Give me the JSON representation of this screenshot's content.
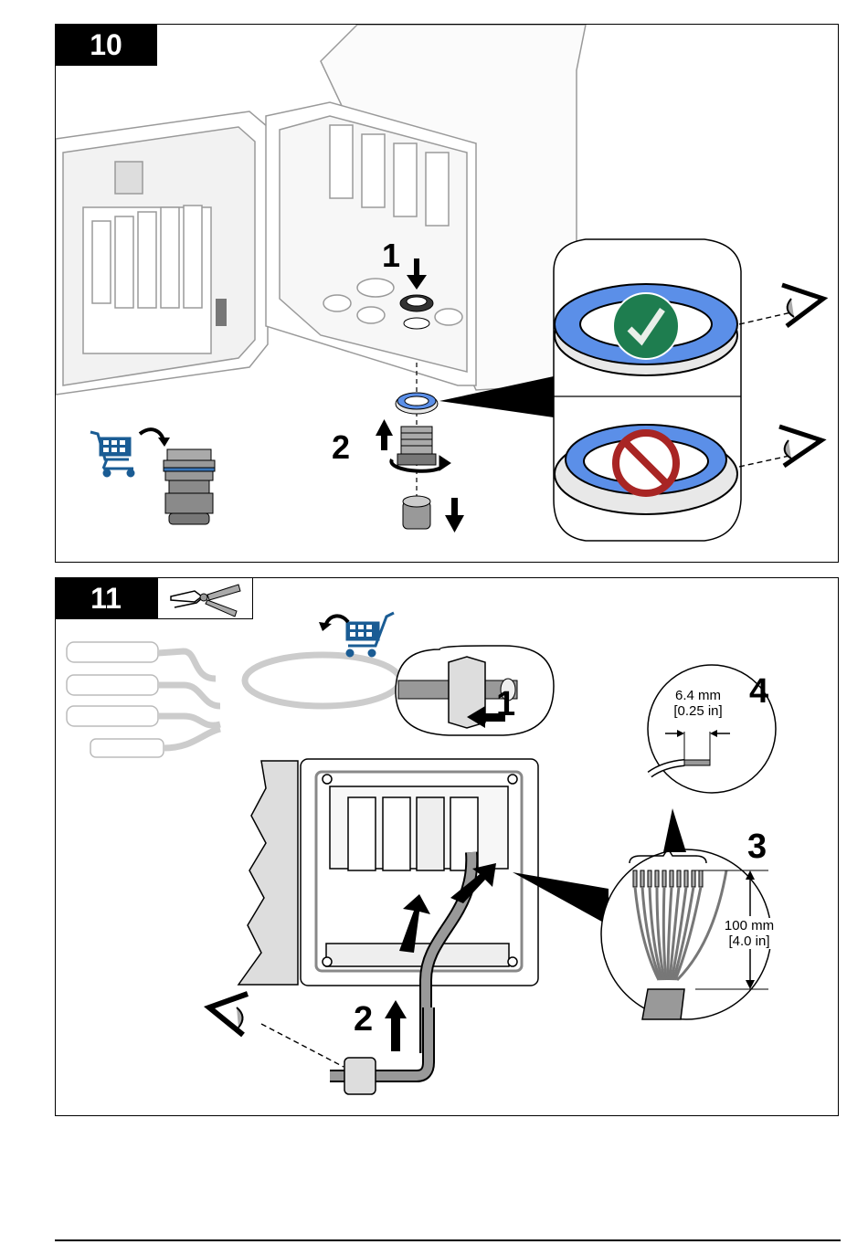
{
  "steps": [
    {
      "number": "10",
      "callouts": [
        "1",
        "2"
      ],
      "inset": {
        "correct": {
          "icon": "check-icon",
          "color": "#1e7d4f"
        },
        "incorrect": {
          "icon": "prohibited-icon",
          "color": "#a82524"
        },
        "seal_color": "#5b8fe8"
      },
      "accessory_icon": "shopping-cart-icon",
      "accessory_color": "#1a5c94"
    },
    {
      "number": "11",
      "tool_icon": "wire-stripper-icon",
      "callouts": [
        "1",
        "2",
        "3",
        "4"
      ],
      "strip_length": {
        "metric": "6.4 mm",
        "imperial": "[0.25 in]"
      },
      "wire_length": {
        "metric": "100 mm",
        "imperial": "[4.0 in]"
      },
      "accessory_icon": "shopping-cart-icon",
      "accessory_color": "#1a5c94"
    }
  ]
}
